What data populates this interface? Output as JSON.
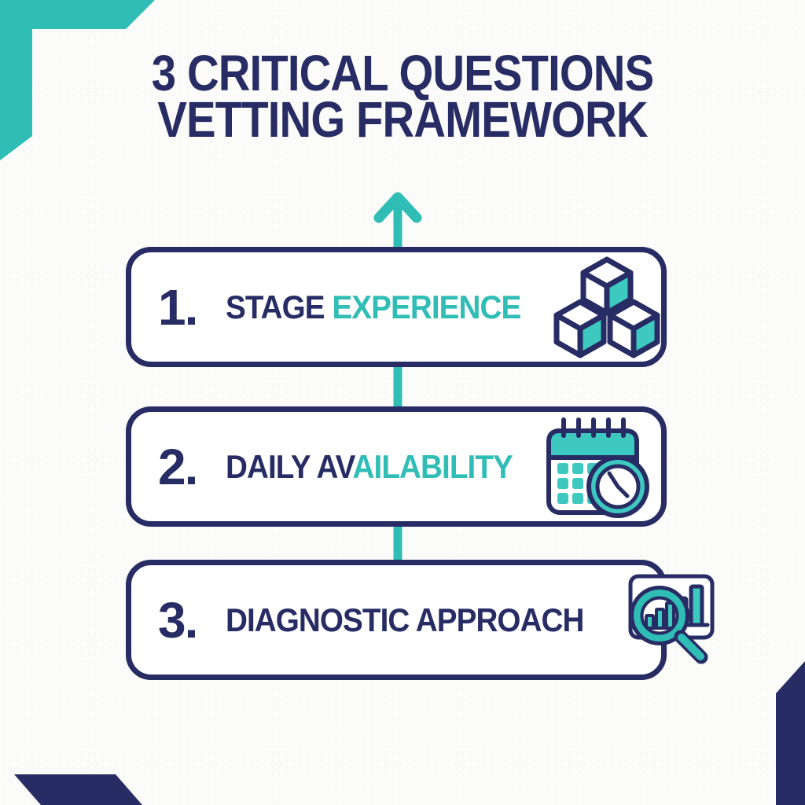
{
  "title": {
    "line1": "3 CRITICAL QUESTIONS",
    "line2": "VETTING FRAMEWORK"
  },
  "framework": {
    "items": [
      {
        "number": "1.",
        "label_start": "STAGE ",
        "label_accent": "EXPERIENCE",
        "icon": "cubes-icon"
      },
      {
        "number": "2.",
        "label_start": "DAILY AV",
        "label_accent": "AILABILITY",
        "icon": "calendar-clock-icon"
      },
      {
        "number": "3.",
        "label_start": "DIAGNOSTIC APPROACH",
        "label_accent": "",
        "icon": "chart-magnifier-icon"
      }
    ]
  },
  "colors": {
    "navy": "#272c64",
    "teal": "#2fbdb5",
    "teal_light": "#3dc8c0",
    "background": "#fbfbfa",
    "box_background": "#ffffff"
  }
}
